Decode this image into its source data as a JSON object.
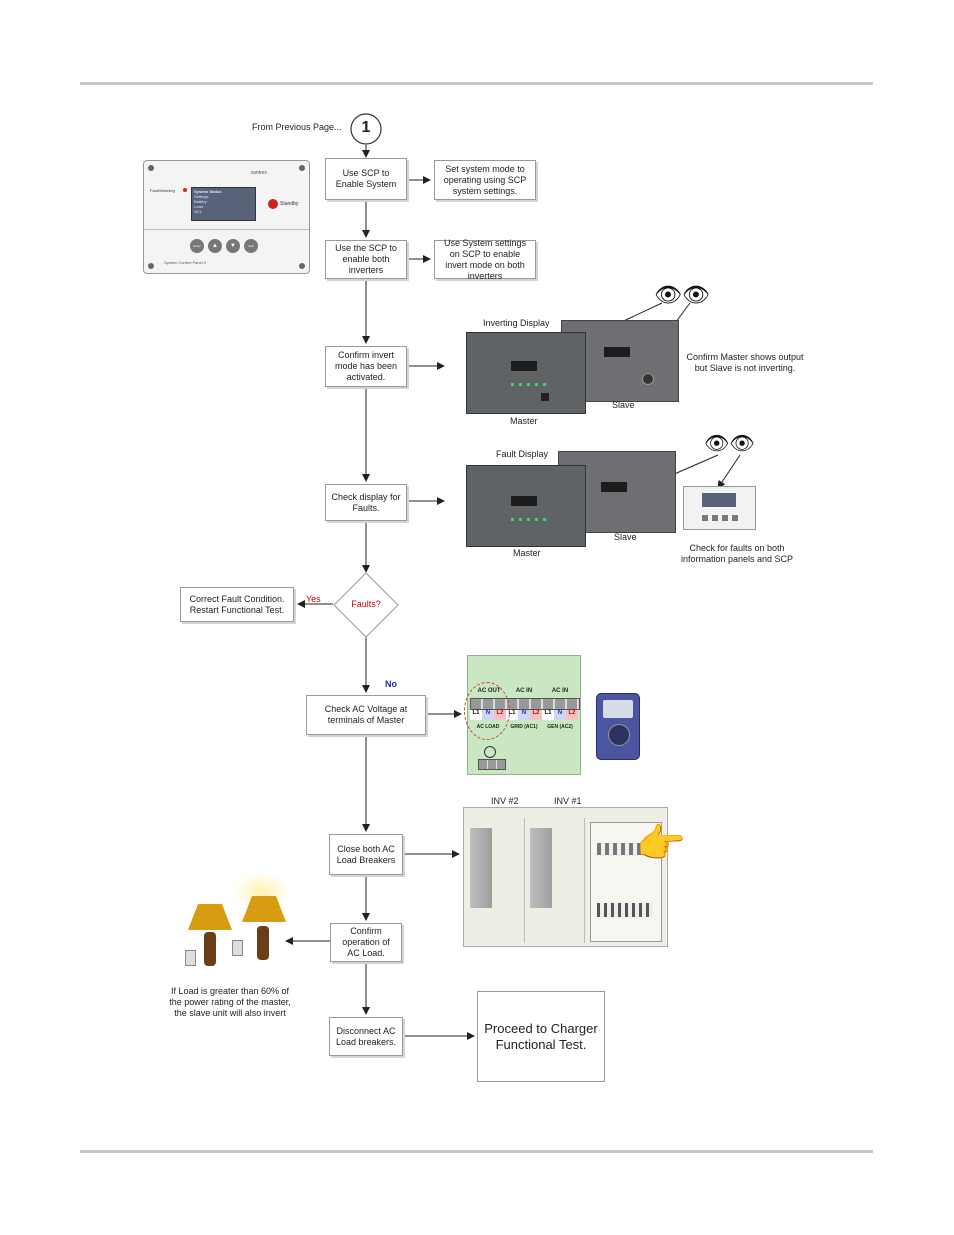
{
  "header": {
    "continuation_label": "From Previous Page...",
    "connector_number": "1"
  },
  "flow": {
    "step1": "Use SCP to Enable System",
    "note1": "Set system mode to operating using SCP system settings.",
    "step2": "Use the SCP to enable both inverters",
    "note2": "Use System settings on SCP to enable invert mode on both inverters",
    "step3": "Confirm invert mode has been activated.",
    "note3": "Confirm Master shows output but Slave is not inverting.",
    "inverting_display": "Inverting Display",
    "master_label": "Master",
    "slave_label": "Slave",
    "step4": "Check display for Faults.",
    "fault_display": "Fault Display",
    "master_label2": "Master",
    "slave_label2": "Slave",
    "note4": "Check for faults on both information panels and SCP",
    "decision": "Faults?",
    "yes_label": "Yes",
    "no_label": "No",
    "correct": "Correct Fault Condition. Restart Functional Test.",
    "step5": "Check AC Voltage at terminals of Master",
    "step6": "Close both AC Load Breakers",
    "inv2": "INV #2",
    "inv1": "INV #1",
    "step7": "Confirm operation of  AC Load.",
    "note_load": "If Load is greater than 60% of the power rating of the master, the slave unit will also invert",
    "step8": "Disconnect AC Load breakers.",
    "final": "Proceed to Charger Functional Test."
  },
  "scp_panel": {
    "brand": "xantrex",
    "fault_warning": "Fault/Warning",
    "standby": "Standby",
    "screen_title": "System Status",
    "screen_rows": [
      "Settings",
      "Battery",
      "Load",
      "AC1"
    ],
    "buttons": [
      "Enter",
      "Exit"
    ],
    "footer": "System Control Panel II"
  },
  "terminal": {
    "groups": [
      "AC OUT",
      "AC IN",
      "AC IN"
    ],
    "terminals": [
      "L1",
      "N",
      "L2",
      "L1",
      "N",
      "L2",
      "L1",
      "N",
      "L2"
    ],
    "bottom": [
      "AC LOAD",
      "GRID (AC1)",
      "GEN (AC2)"
    ]
  },
  "colors": {
    "background": "#ffffff",
    "rule": "#c8c8c8",
    "yes": "#cc0000",
    "no": "#1b2fa8",
    "terminal_bg": "#c9e8c2"
  }
}
